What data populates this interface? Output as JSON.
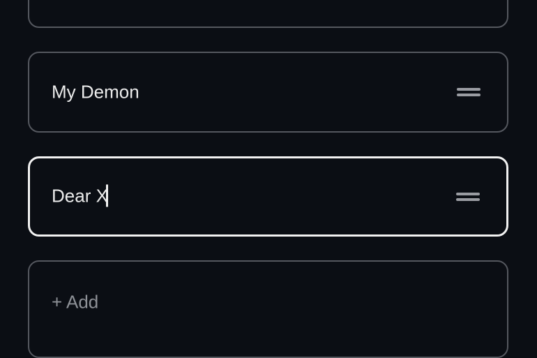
{
  "list": {
    "items": [
      {
        "label": ""
      },
      {
        "label": "My Demon"
      },
      {
        "label": "Dear X"
      }
    ],
    "add_label": "+ Add"
  }
}
